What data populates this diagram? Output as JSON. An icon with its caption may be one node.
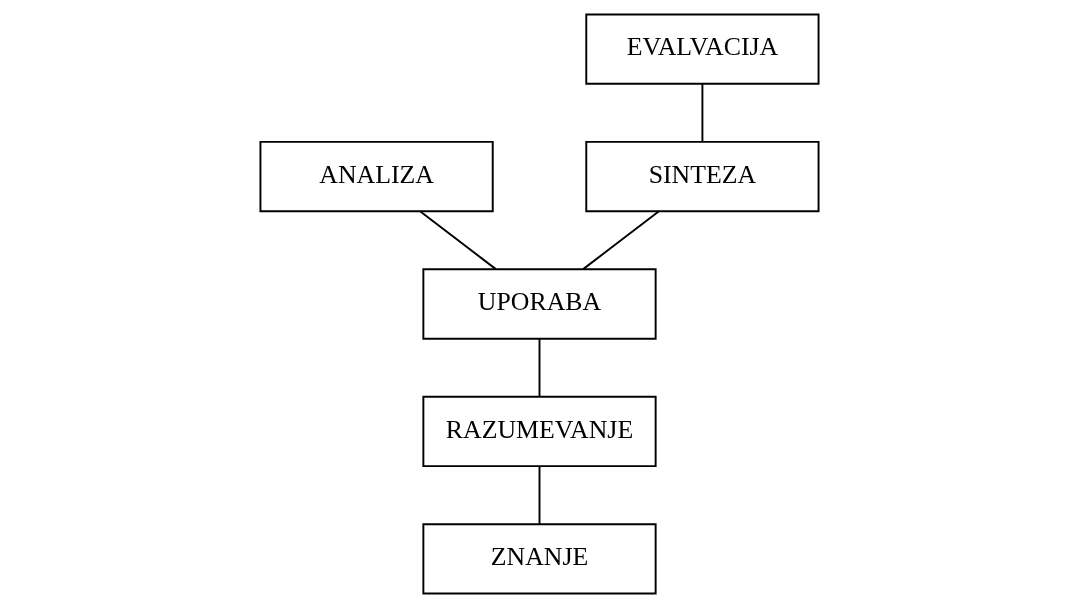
{
  "diagram": {
    "nodes": [
      {
        "text": [
          "EVALVACIJA"
        ]
      },
      {
        "text": [
          "ANALIZA"
        ]
      },
      {
        "text": [
          "SINTEZA"
        ]
      },
      {
        "text": [
          "UPORABA"
        ]
      },
      {
        "text": [
          "RAZUMEVANJE"
        ]
      },
      {
        "text": [
          "ZNANJE"
        ]
      }
    ],
    "edges": [
      {
        "from": 5,
        "to": 4,
        "arrow": "none"
      },
      {
        "from": 4,
        "to": 3,
        "arrow": "none"
      },
      {
        "from": 3,
        "to": 1,
        "arrow": "none"
      },
      {
        "from": 3,
        "to": 2,
        "arrow": "none"
      },
      {
        "from": 2,
        "to": 0,
        "arrow": "none"
      }
    ]
  }
}
